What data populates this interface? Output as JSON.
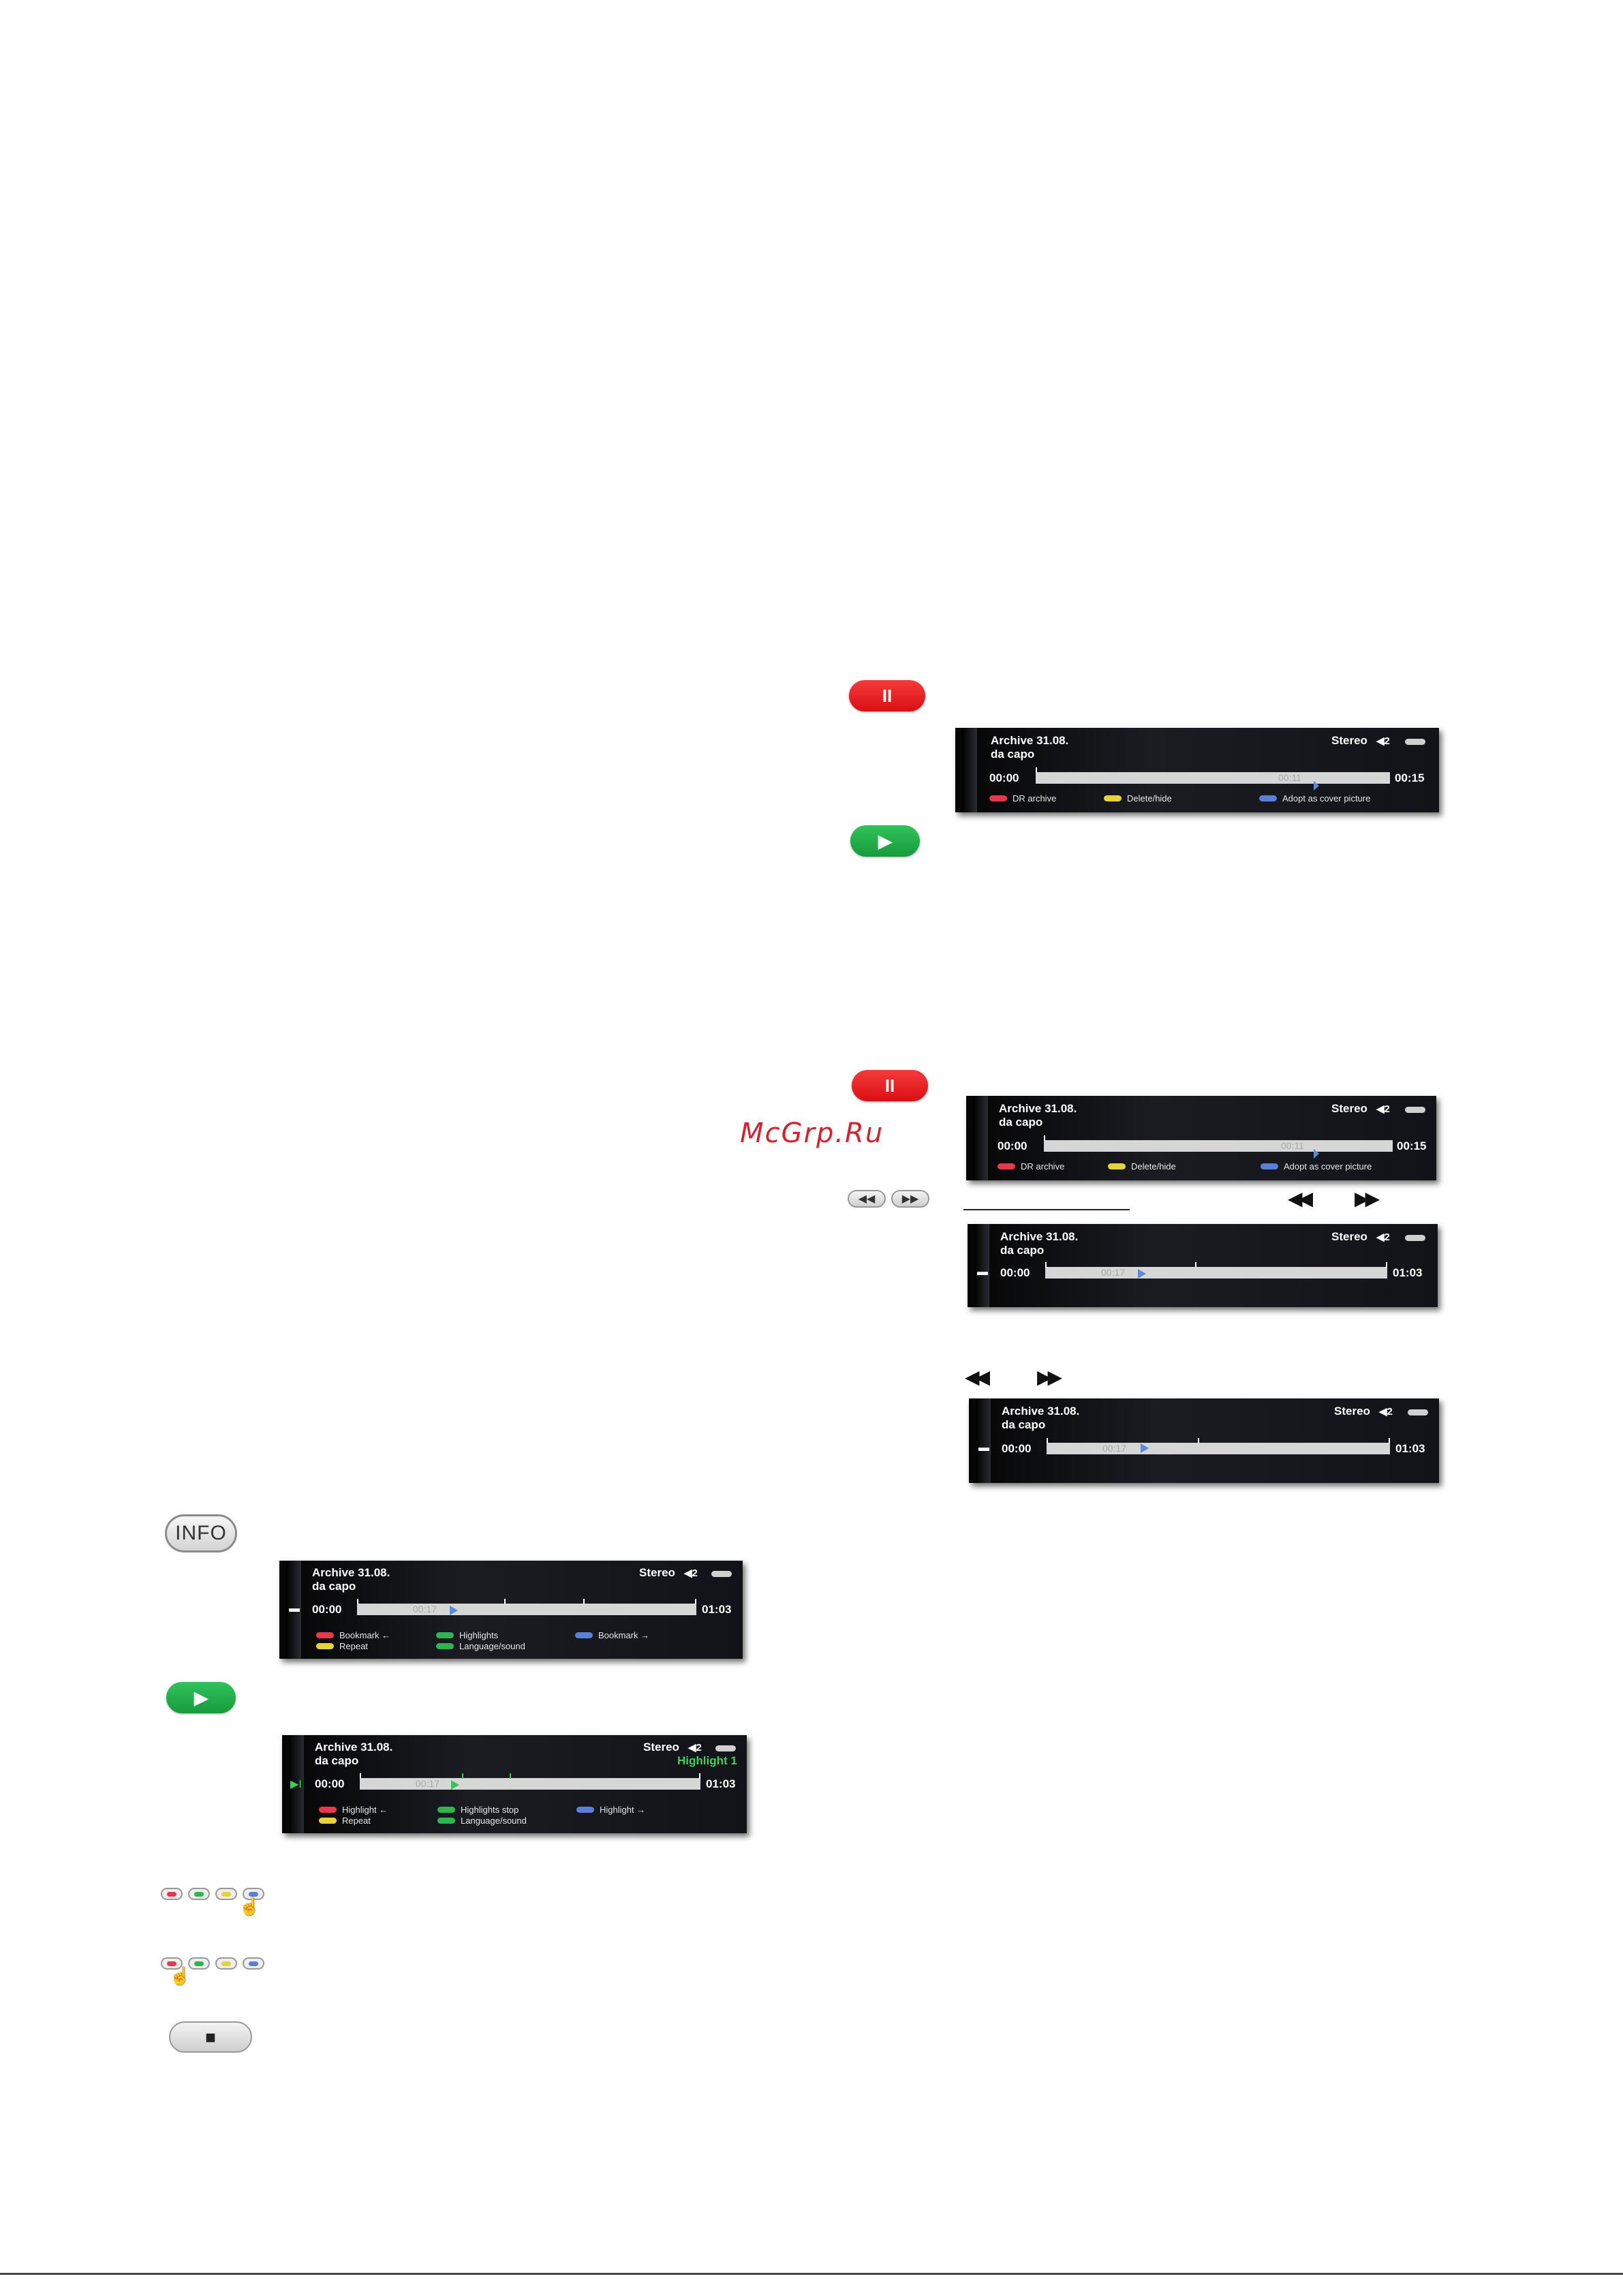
{
  "buttons": {
    "info": "INFO"
  },
  "watermark": "McGrp.Ru",
  "osd": {
    "title": "Archive 31.08.",
    "subtitle": "da capo",
    "audio": "Stereo",
    "speaker": "◀2",
    "start_time": "00:00",
    "end_short": "00:15",
    "end_long": "01:03",
    "pos_11": "00:11",
    "pos_17": "00:17",
    "highlight_label": "Highlight 1"
  },
  "legend_archive": {
    "red": "DR archive",
    "yellow": "Delete/hide",
    "blue": "Adopt as cover picture"
  },
  "legend_bookmark": {
    "red": "Bookmark ←",
    "green": "Highlights",
    "blue": "Bookmark →",
    "yellow": "Repeat",
    "green2": "Language/sound"
  },
  "legend_highlight": {
    "red": "Highlight ←",
    "green": "Highlights stop",
    "blue": "Highlight →",
    "yellow": "Repeat",
    "green2": "Language/sound"
  },
  "symbols": {
    "pause": "II",
    "play": "▶",
    "stop": "■",
    "rewind": "◀◀",
    "forward": "▶▶",
    "play_mark": "▶I",
    "stop_mark": "▬",
    "hand": "☝"
  },
  "colors": {
    "red_button": "#e32228",
    "green_button": "#22ac48",
    "key_red": "#e8384d",
    "key_green": "#2fb54f",
    "key_yellow": "#e6d23a",
    "key_blue": "#5a7fd8",
    "watermark": "#d4232e"
  }
}
